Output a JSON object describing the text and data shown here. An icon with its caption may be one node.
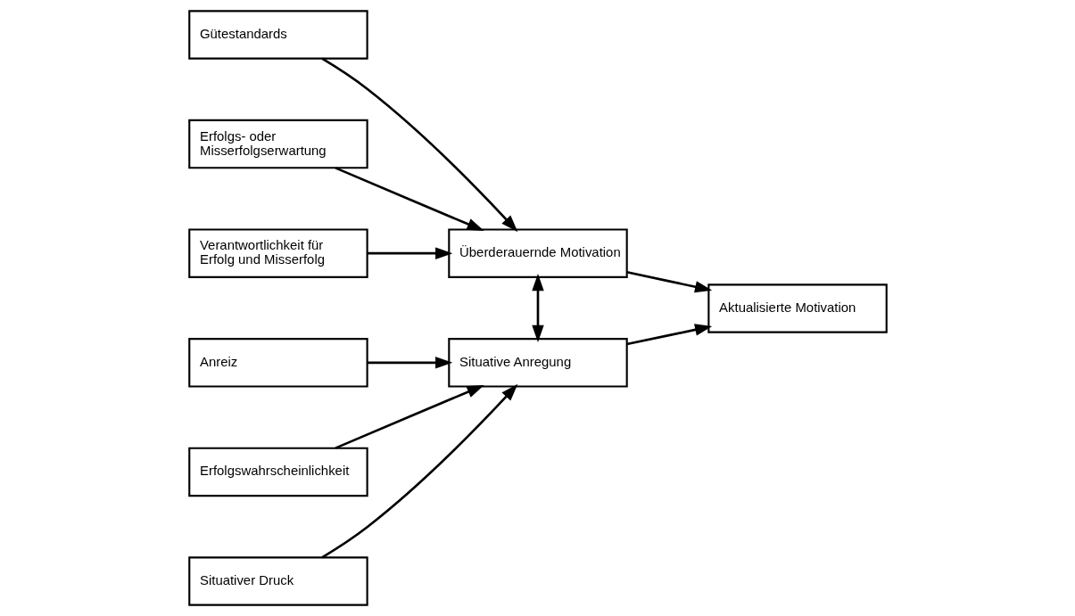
{
  "diagram": {
    "nodes": [
      {
        "text": [
          "Gütestandards"
        ]
      },
      {
        "text": [
          "Erfolgs- oder Misserfolgserwartung"
        ]
      },
      {
        "text": [
          "Verantwortlichkeit für Erfolg und Misserfolg"
        ]
      },
      {
        "text": [
          "Überderauernde Motivation"
        ]
      },
      {
        "text": [
          "Anreiz"
        ]
      },
      {
        "text": [
          "Erfolgswahrscheinlichkeit"
        ]
      },
      {
        "text": [
          "Situativer Druck"
        ]
      },
      {
        "text": [
          "Situative Anregung"
        ]
      },
      {
        "text": [
          "Aktualisierte Motivation"
        ]
      }
    ],
    "edges": [
      {
        "from": 0,
        "to": 3,
        "arrow": "to"
      },
      {
        "from": 1,
        "to": 3,
        "arrow": "to"
      },
      {
        "from": 2,
        "to": 3,
        "arrow": "to"
      },
      {
        "from": 4,
        "to": 7,
        "arrow": "to"
      },
      {
        "from": 5,
        "to": 7,
        "arrow": "to"
      },
      {
        "from": 6,
        "to": 7,
        "arrow": "to"
      },
      {
        "from": 3,
        "to": 7,
        "arrow": "both"
      },
      {
        "from": 3,
        "to": 8,
        "arrow": "to"
      },
      {
        "from": 7,
        "to": 8,
        "arrow": "to"
      }
    ]
  }
}
